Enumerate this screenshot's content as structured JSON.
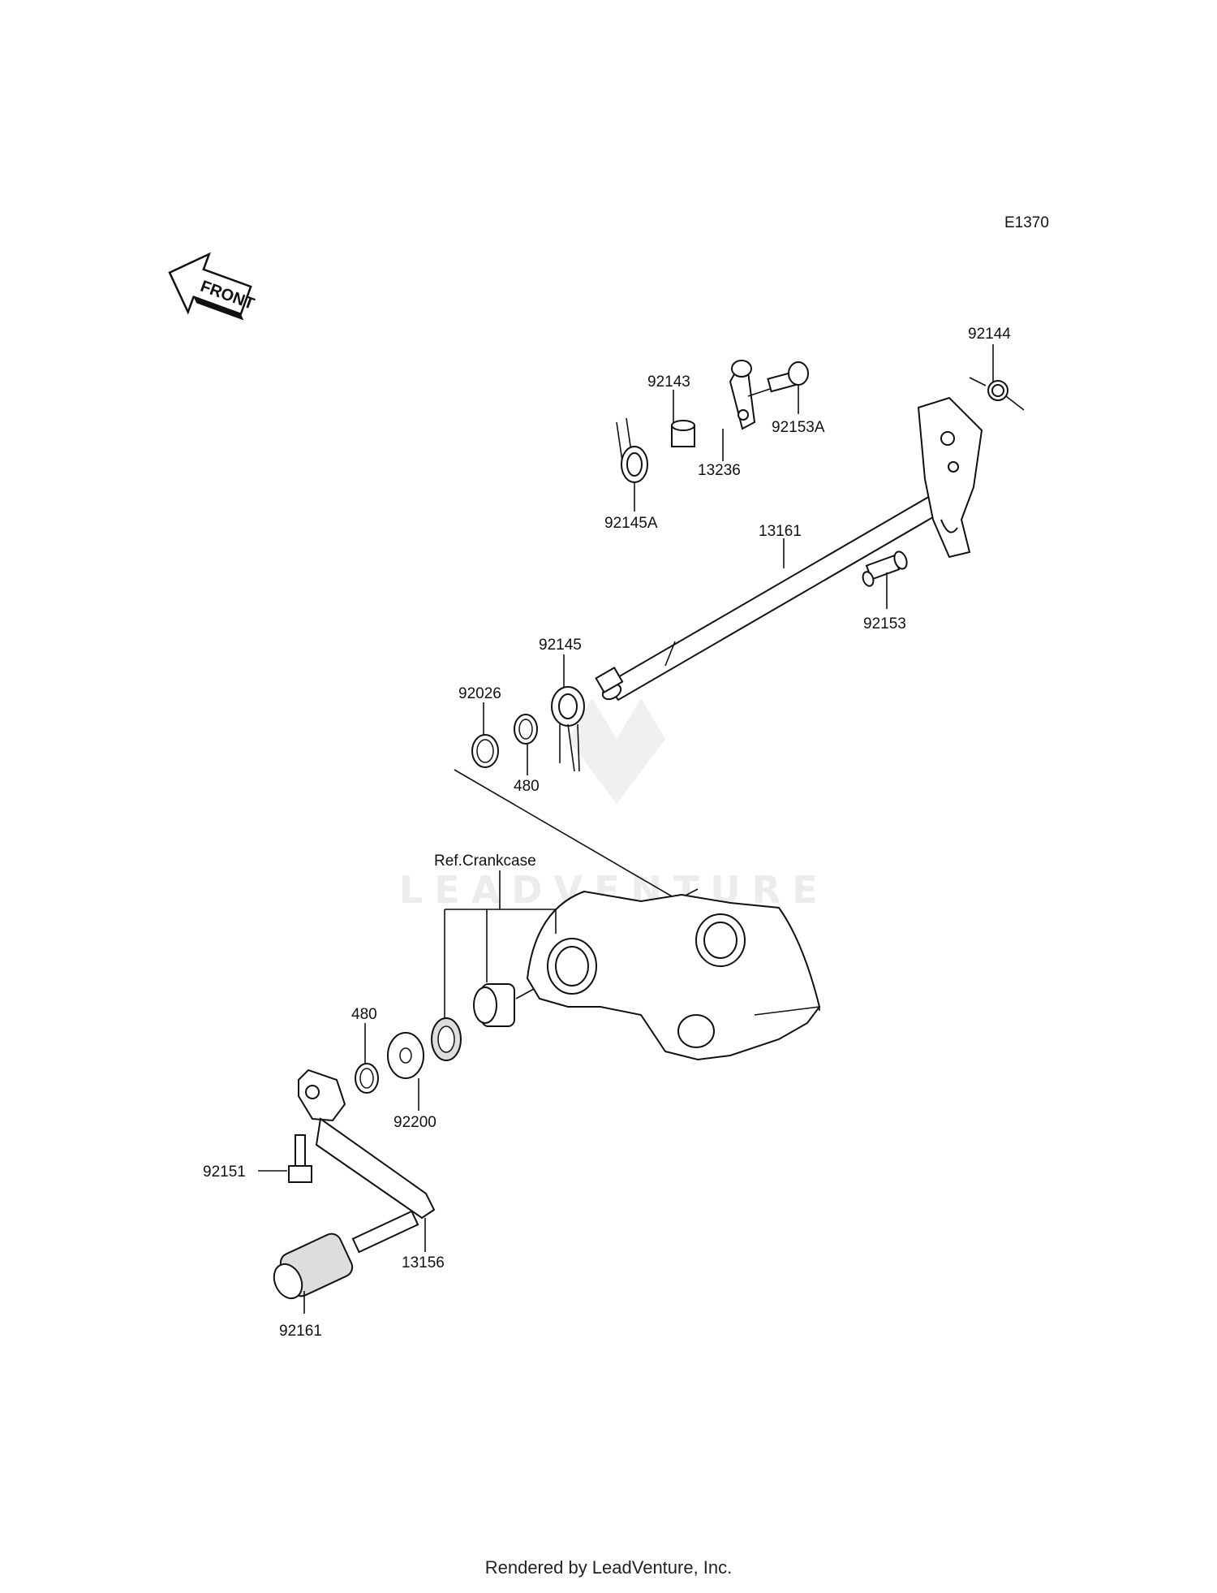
{
  "diagram_code": "E1370",
  "front_label": "FRONT",
  "ref_label": "Ref.Crankcase",
  "watermark": "LEADVENTURE",
  "footer": "Rendered by LeadVenture, Inc.",
  "parts": {
    "p92144": "92144",
    "p92143": "92143",
    "p92153A": "92153A",
    "p13236": "13236",
    "p92145A": "92145A",
    "p13161": "13161",
    "p92153": "92153",
    "p92145": "92145",
    "p92026": "92026",
    "p480_upper": "480",
    "p480_lower": "480",
    "p92200": "92200",
    "p92151": "92151",
    "p13156": "13156",
    "p92161": "92161"
  }
}
